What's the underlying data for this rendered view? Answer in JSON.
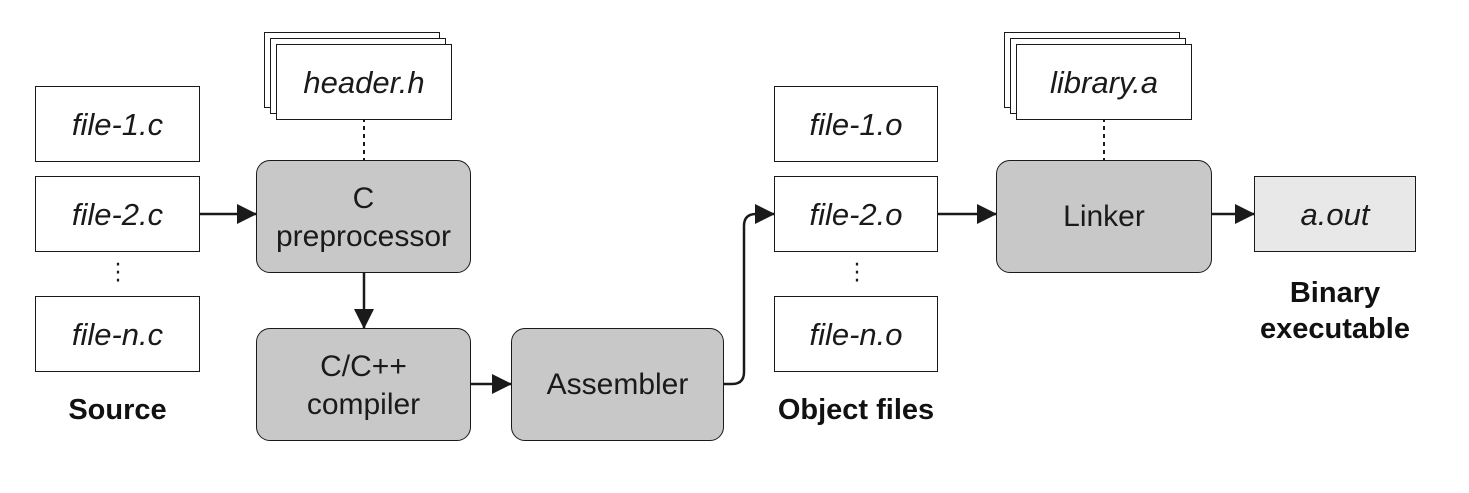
{
  "source": {
    "files": [
      "file-1.c",
      "file-2.c",
      "file-n.c"
    ],
    "caption": "Source"
  },
  "header_file": "header.h",
  "preprocessor": {
    "line1": "C",
    "line2": "preprocessor"
  },
  "compiler": {
    "line1": "C/C++",
    "line2": "compiler"
  },
  "assembler": "Assembler",
  "object_files": {
    "files": [
      "file-1.o",
      "file-2.o",
      "file-n.o"
    ],
    "caption": "Object files"
  },
  "library_file": "library.a",
  "linker": "Linker",
  "output": {
    "file": "a.out",
    "caption_line1": "Binary",
    "caption_line2": "executable"
  },
  "colors": {
    "stage_fill": "#c8c8c8",
    "output_fill": "#e8e8e8",
    "stroke": "#1a1a1a"
  }
}
